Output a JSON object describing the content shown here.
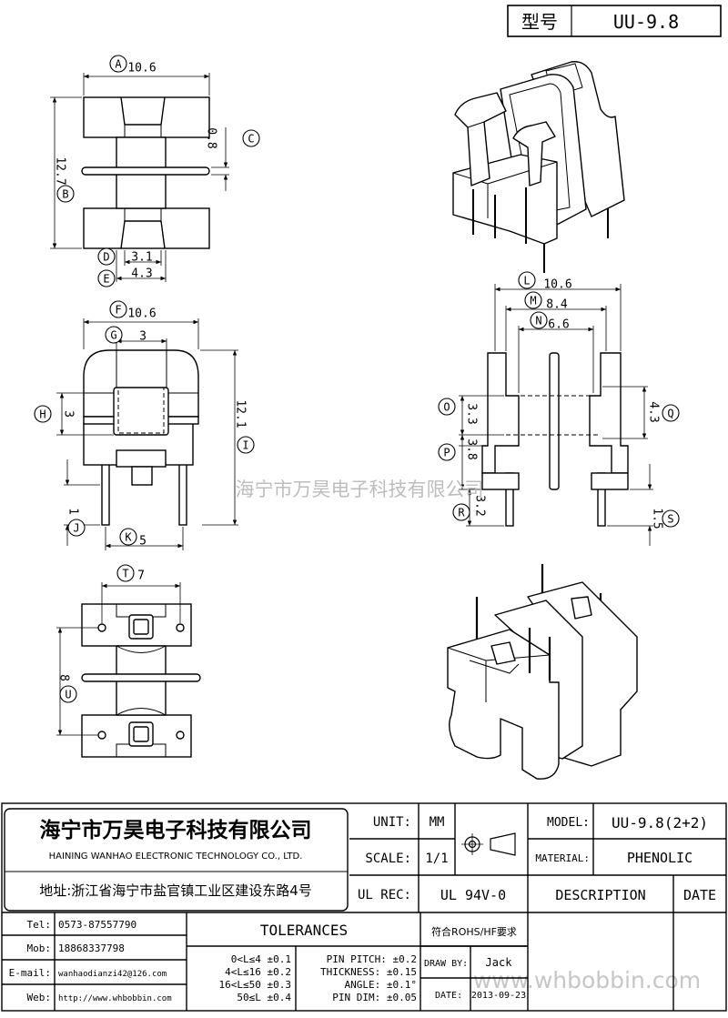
{
  "header": {
    "model_label": "型号",
    "model_value": "UU-9.8"
  },
  "dimensions": {
    "A": {
      "letter": "A",
      "value": "10.6"
    },
    "B": {
      "letter": "B",
      "value": "12.7"
    },
    "C": {
      "letter": "C",
      "value": "0.8"
    },
    "D": {
      "letter": "D",
      "value": "3.1"
    },
    "E": {
      "letter": "E",
      "value": "4.3"
    },
    "F": {
      "letter": "F",
      "value": "10.6"
    },
    "G": {
      "letter": "G",
      "value": "3"
    },
    "H": {
      "letter": "H",
      "value": "3"
    },
    "I": {
      "letter": "I",
      "value": "12.1"
    },
    "J": {
      "letter": "J",
      "value": "1"
    },
    "K": {
      "letter": "K",
      "value": "5"
    },
    "L": {
      "letter": "L",
      "value": "10.6"
    },
    "M": {
      "letter": "M",
      "value": "8.4"
    },
    "N": {
      "letter": "N",
      "value": "6.6"
    },
    "O": {
      "letter": "O",
      "value": "3.3"
    },
    "P": {
      "letter": "P",
      "value": "3.8"
    },
    "Q": {
      "letter": "Q",
      "value": "4.3"
    },
    "R": {
      "letter": "R",
      "value": "3.2"
    },
    "S": {
      "letter": "S",
      "value": "1.5"
    },
    "T": {
      "letter": "T",
      "value": "7"
    },
    "U": {
      "letter": "U",
      "value": "8"
    }
  },
  "watermark_mid": "海宁市万昊电子科技有限公司",
  "watermark_bottom": "www.whbobbin.com",
  "title_block": {
    "company_cn": "海宁市万昊电子科技有限公司",
    "company_en": "HAINING WANHAO ELECTRONIC TECHNOLOGY CO., LTD.",
    "address": "地址:浙江省海宁市盐官镇工业区建设东路4号",
    "unit_label": "UNIT:",
    "unit_value": "MM",
    "scale_label": "SCALE:",
    "scale_value": "1/1",
    "model_label": "MODEL:",
    "model_value": "UU-9.8(2+2)",
    "material_label": "MATERIAL:",
    "material_value": "PHENOLIC",
    "ulrec_label": "UL REC:",
    "ulrec_value": "UL 94V-0",
    "description_label": "DESCRIPTION",
    "date_header": "DATE",
    "tel_label": "Tel:",
    "tel_value": "0573-87557790",
    "mob_label": "Mob:",
    "mob_value": "18868337798",
    "email_label": "E-mail:",
    "email_value": "wanhaodianzi42@126.com",
    "web_label": "Web:",
    "web_value": "http://www.whbobbin.com",
    "tolerances_label": "TOLERANCES",
    "rohs": "符合ROHS/HF要求",
    "tol_lines": [
      "0<L≤4  ±0.1",
      "4<L≤16  ±0.2",
      "16<L≤50  ±0.3",
      "50≤L  ±0.4"
    ],
    "spec_lines": [
      "PIN PITCH: ±0.2",
      "THICKNESS: ±0.15",
      "ANGLE: ±0.1°",
      "PIN DIM: ±0.05"
    ],
    "drawby_label": "DRAW BY:",
    "drawby_value": "Jack",
    "date_label": "DATE:",
    "date_value": "2013-09-23"
  }
}
